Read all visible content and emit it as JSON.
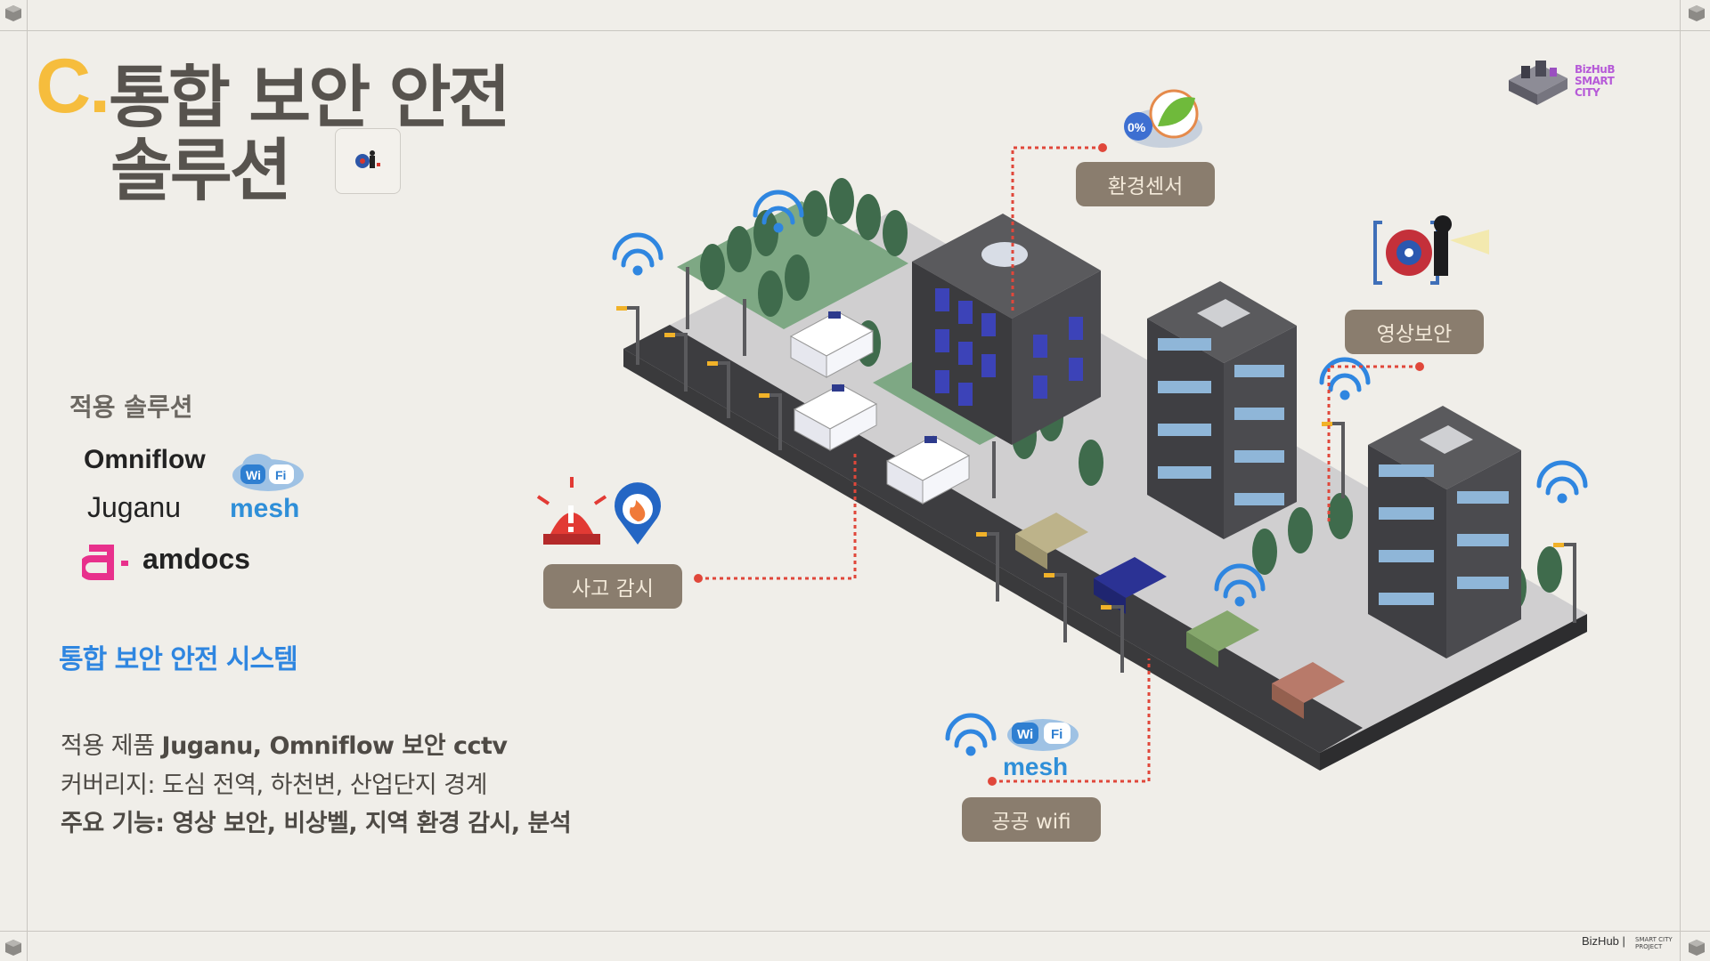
{
  "title": {
    "letter": "C.",
    "line1": "통합 보안 안전",
    "line2": "솔루션"
  },
  "brand": {
    "line1": "BizHuB",
    "line2": "SMART CITY"
  },
  "applied": {
    "label": "적용 솔루션",
    "logos": [
      "Omniflow",
      "Juganu",
      "amdocs",
      "mesh"
    ]
  },
  "system": {
    "heading": "통합 보안 안전 시스템",
    "products_prefix": "적용 제품 ",
    "products_value": "Juganu, Omniflow 보안 cctv",
    "coverage": "커버리지: 도심 전역, 하천변, 산업단지 경계",
    "features": "주요 기능: 영상 보안, 비상벨, 지역 환경 감시, 분석"
  },
  "callouts": {
    "environment": "환경센서",
    "video": "영상보안",
    "accident": "사고 감시",
    "wifi": "공공 wifi"
  },
  "sensor_badge": "0%",
  "wifi_badge": {
    "wi": "Wi",
    "fi": "Fi",
    "mesh": "mesh"
  },
  "footer": {
    "brand": "BizHub",
    "sub1": "SMART CITY",
    "sub2": "PROJECT"
  },
  "colors": {
    "background": "#f0eee9",
    "title_text": "#57534e",
    "accent_yellow": "#f6bd3d",
    "accent_blue": "#2f86e0",
    "pill": "#8a7d6e",
    "dotted_line": "#e0473a"
  }
}
